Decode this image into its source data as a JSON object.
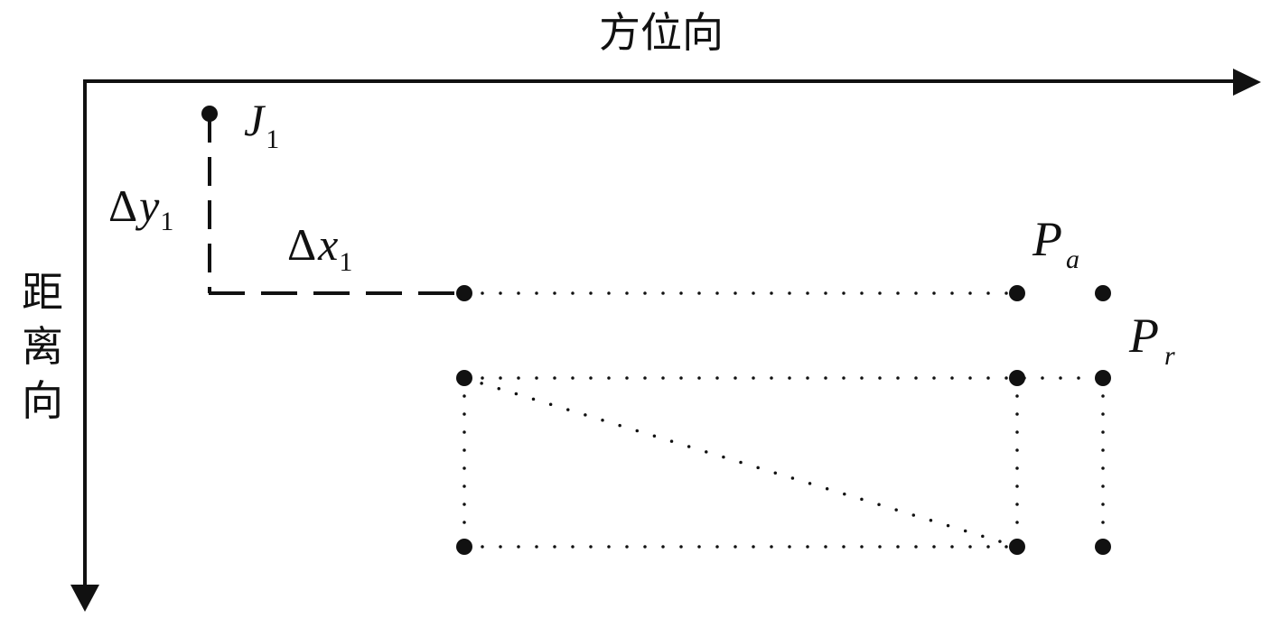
{
  "axes": {
    "azimuth_label": "方位向",
    "range_label_chars": [
      "距",
      "离",
      "向"
    ]
  },
  "labels": {
    "jammer": {
      "main": "J",
      "sub": "1"
    },
    "delta_y": {
      "symbol": "Δ",
      "main": "y",
      "sub": "1"
    },
    "delta_x": {
      "symbol": "Δ",
      "main": "x",
      "sub": "1"
    },
    "p_a": {
      "main": "P",
      "sub": "a"
    },
    "p_r": {
      "main": "P",
      "sub": "r"
    }
  },
  "colors": {
    "ink": "#111111",
    "background": "#ffffff"
  }
}
